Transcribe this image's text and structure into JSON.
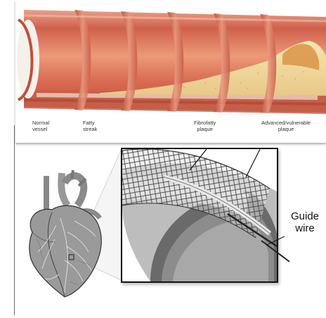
{
  "stages": [
    {
      "line1": "Normal",
      "line2": "vessel"
    },
    {
      "line1": "Fatty",
      "line2": "streak"
    },
    {
      "line1": "Fibrofatty",
      "line2": "plaque"
    },
    {
      "line1": "Advanced/vulnerable",
      "line2": "plaque"
    }
  ],
  "callout": {
    "line1": "Guide",
    "line2": "wire"
  },
  "colors": {
    "vessel_wall": "#c8584a",
    "vessel_inner": "#e88c6a",
    "plaque": "#f0d898",
    "adventitia": "#b85038",
    "inset_border": "#111111"
  }
}
